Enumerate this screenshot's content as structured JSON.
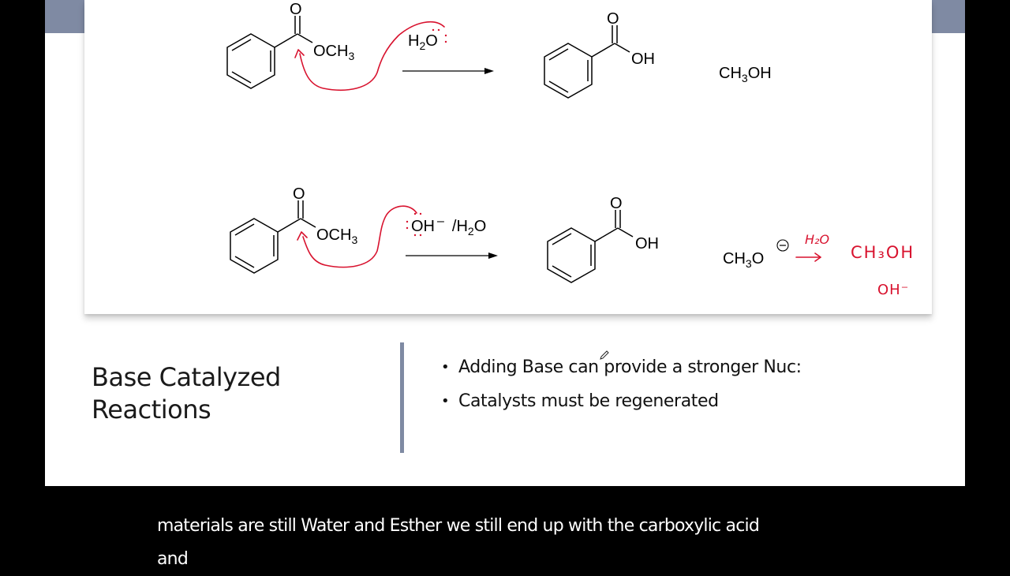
{
  "slide": {
    "title_line1": "Base Catalyzed",
    "title_line2": "Reactions",
    "bullets": [
      "Adding Base can provide a stronger Nuc:",
      "Catalysts must be regenerated"
    ],
    "colors": {
      "accent_band": "#7f8aa3",
      "annotation_red": "#d8122e",
      "background": "#000000"
    }
  },
  "diagram": {
    "reaction1": {
      "reactant": {
        "carbonyl_o": "O",
        "substituent": "OCH",
        "sub_subscript": "3"
      },
      "reagent": {
        "h": "H",
        "sub": "2",
        "o": "O"
      },
      "product1": {
        "carbonyl_o": "O",
        "substituent": "OH"
      },
      "product2": {
        "c": "CH",
        "sub": "3",
        "rest": "OH"
      }
    },
    "reaction2": {
      "reactant": {
        "carbonyl_o": "O",
        "substituent": "OCH",
        "sub_subscript": "3"
      },
      "reagent": {
        "oh": "OH",
        "charge": "–",
        "slash": "/H",
        "sub": "2",
        "o": "O"
      },
      "product1": {
        "carbonyl_o": "O",
        "substituent": "OH"
      },
      "product2": {
        "c": "CH",
        "sub": "3",
        "o": "O",
        "charge_symbol": "⊖"
      }
    },
    "annotations": {
      "over_arrow": "H₂O",
      "methanol": "CH₃OH",
      "hydroxide": "OH⁻"
    }
  },
  "caption": {
    "line1": "materials are still Water and Esther we still end up with the carboxylic acid",
    "line2": "and"
  },
  "cursor": {
    "type": "pen-cursor"
  }
}
